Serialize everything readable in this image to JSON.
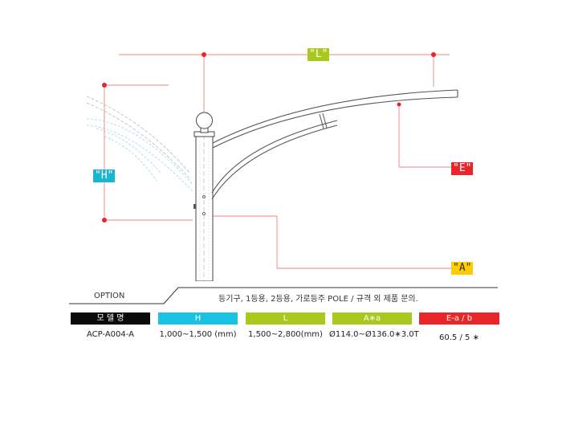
{
  "labels": {
    "L": "\"L\"",
    "H": "\"H\"",
    "E": "\"E\"",
    "A": "\"A\""
  },
  "option": {
    "label": "OPTION",
    "text": "등기구, 1등용, 2등용, 가로등주 POLE / 규격 외 제품 문의."
  },
  "table": {
    "headers": {
      "model": "모 델 명",
      "H": "H",
      "L": "L",
      "A": "A∗a",
      "E": "E-a / b"
    },
    "row": {
      "model": "ACP-A004-A",
      "H": "1,000~1,500 (mm)",
      "L": "1,500~2,800(mm)",
      "A": "Ø114.0~Ø136.0∗3.0T",
      "E": "60.5 / 5 ∗"
    }
  },
  "colors": {
    "H": "#19c2e0",
    "L": "#a8c81e",
    "E": "#e8262a",
    "A": "#ffcc00",
    "model": "#0a0a0a",
    "dimension_line": "#f08080"
  }
}
